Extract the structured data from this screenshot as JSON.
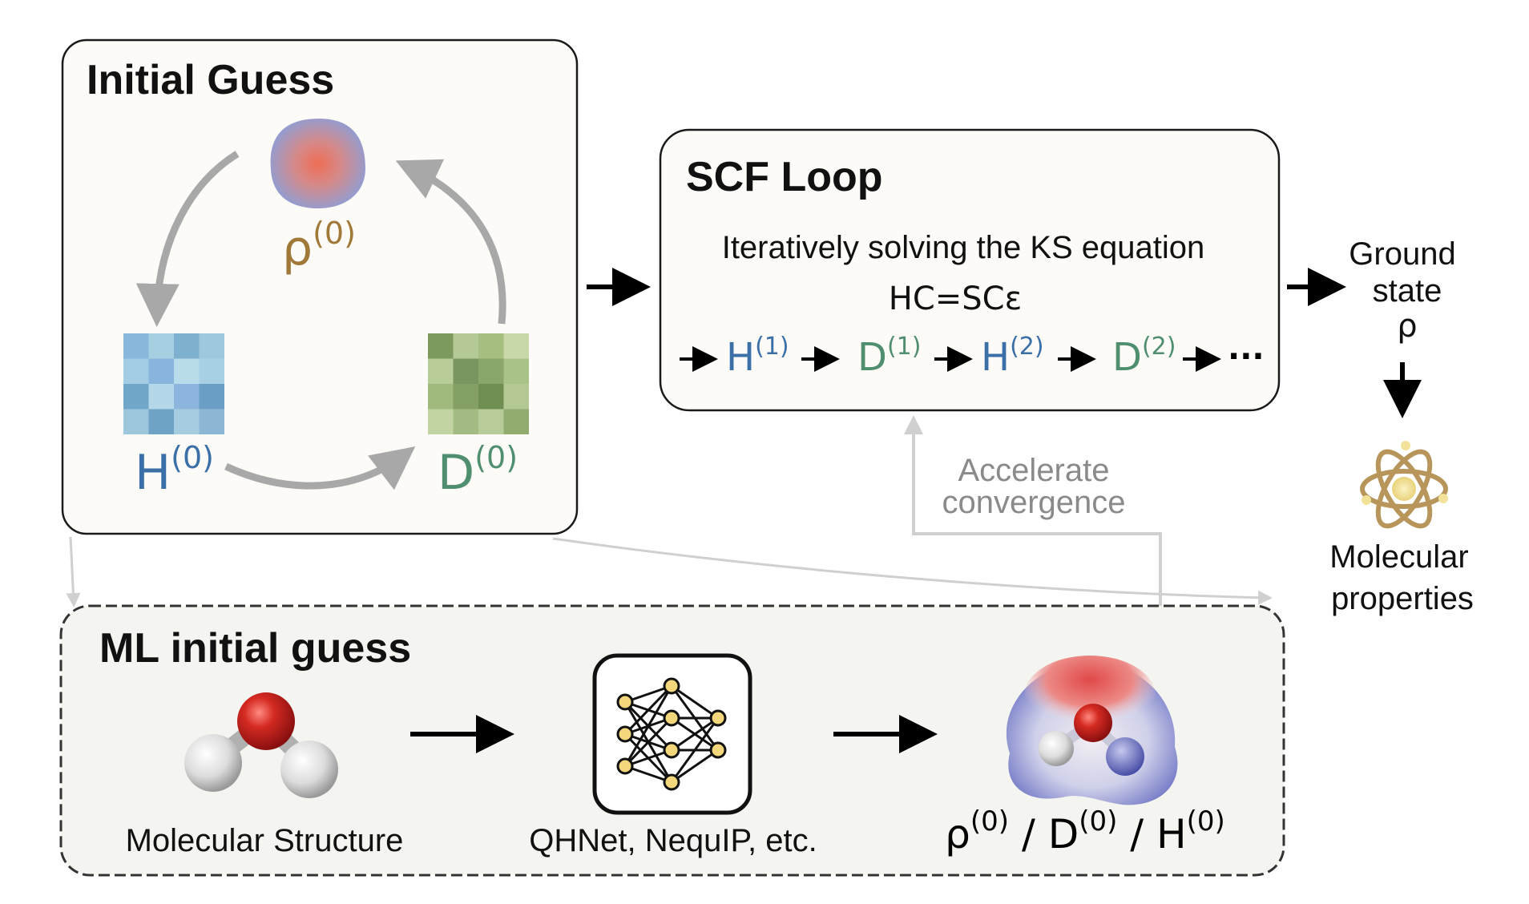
{
  "colors": {
    "rho": "#a07838",
    "hamiltonian": "#3a6fa8",
    "density": "#4f8e6e",
    "gray_arrow": "#a8a8a8",
    "light_line": "#d0d0d0",
    "panel_bg": "#fdfbf8",
    "ml_bg": "#f4f5f0",
    "atom": "#b8955a",
    "oxygen": "#cc2222",
    "hydrogen": "#e8e8e8"
  },
  "initial_guess": {
    "title": "Initial Guess",
    "rho_label": "ρ",
    "rho_sup": "(0)",
    "h_label": "H",
    "h_sup": "(0)",
    "d_label": "D",
    "d_sup": "(0)"
  },
  "scf_loop": {
    "title": "SCF Loop",
    "description": "Iteratively solving the KS equation",
    "equation": "HC=SCε",
    "sequence": [
      {
        "base": "H",
        "sup": "(1)",
        "kind": "hamiltonian"
      },
      {
        "base": "D",
        "sup": "(1)",
        "kind": "density"
      },
      {
        "base": "H",
        "sup": "(2)",
        "kind": "hamiltonian"
      },
      {
        "base": "D",
        "sup": "(2)",
        "kind": "density"
      }
    ],
    "ellipsis": "···"
  },
  "ground_state": [
    "Ground",
    "state",
    "ρ"
  ],
  "molecular_properties": [
    "Molecular",
    "properties"
  ],
  "accelerate": [
    "Accelerate",
    "convergence"
  ],
  "ml_initial_guess": {
    "title": "ML initial guess",
    "structure_label": "Molecular Structure",
    "models_label": "QHNet, NequIP, etc.",
    "output": {
      "rho": "ρ",
      "rho_sup": "(0)",
      "sep1": " / ",
      "d": "D",
      "d_sup": "(0)",
      "sep2": " / ",
      "h": "H",
      "h_sup": "(0)"
    }
  },
  "h_matrix_colors": [
    "#8ab8dc",
    "#a6cfe2",
    "#7eb0cf",
    "#9ec8dd",
    "#a2cde4",
    "#88b4de",
    "#b8dcea",
    "#a8d0e4",
    "#70a6c8",
    "#b4d8ea",
    "#8cb6de",
    "#6a9ec4",
    "#9cc6dc",
    "#6fa4c6",
    "#a6cce0",
    "#8cb8d6"
  ],
  "d_matrix_colors": [
    "#7d9a5e",
    "#b5c997",
    "#a6bf80",
    "#c8d8a8",
    "#b8cc98",
    "#7a9660",
    "#8aa66a",
    "#a9c288",
    "#a0ba7e",
    "#84a064",
    "#6f8e52",
    "#b4c894",
    "#c2d4a2",
    "#a4bc84",
    "#b8cc9a",
    "#92ac70"
  ]
}
